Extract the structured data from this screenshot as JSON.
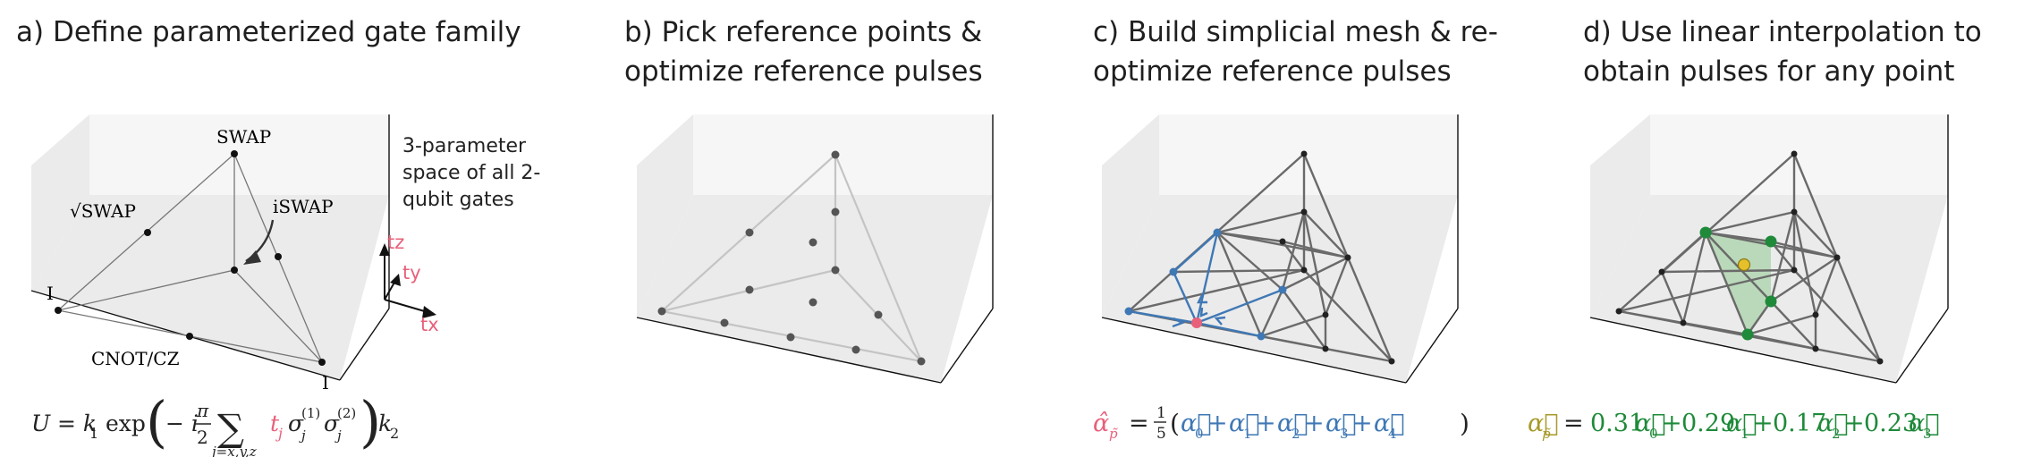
{
  "panels": {
    "a": {
      "title": "a) Define parameterized gate family",
      "labels": {
        "swap": "SWAP",
        "sqrt_swap": "√SWAP",
        "iswap": "iSWAP",
        "i_left": "I",
        "i_right": "I",
        "cnot": "CNOT/CZ",
        "space_note": "3-parameter\nspace of all 2-\nqubit gates",
        "tz": "tz",
        "ty": "ty",
        "tx": "tx"
      },
      "equation": {
        "lhs": "U = k",
        "k1_sub": "1",
        "exp": "exp",
        "minus_i": "− i",
        "pi": "π",
        "two": "2",
        "sum": "∑",
        "sum_sub": "j=x,y,z",
        "tj": "t",
        "tj_sub": "j",
        "sigma1": "σ",
        "sigma1_sup": "(1)",
        "sigma1_sub": "j",
        "sigma2": "σ",
        "sigma2_sup": "(2)",
        "sigma2_sub": "j",
        "k2": "k",
        "k2_sub": "2"
      }
    },
    "b": {
      "title": "b) Pick reference points &\noptimize reference pulses"
    },
    "c": {
      "title": "c) Build simplicial mesh & re-\noptimize reference pulses",
      "equation": {
        "alpha_hat": "α̂",
        "alpha_hat_sub": "p̃",
        "eq": "=",
        "frac_num": "1",
        "frac_den": "5",
        "terms": [
          "α⃗",
          "α⃗",
          "α⃗",
          "α⃗",
          "α⃗"
        ],
        "subs": [
          "0",
          "1",
          "2",
          "3",
          "4"
        ]
      }
    },
    "d": {
      "title": "d) Use linear interpolation to\nobtain pulses for any point",
      "equation": {
        "lhs": "α⃗",
        "lhs_sub": "p̃",
        "eq": "=",
        "coefs": [
          "0.31",
          "0.29",
          "0.17",
          "0.23"
        ],
        "subs": [
          "0",
          "1",
          "2",
          "3"
        ],
        "term": "α⃗"
      }
    }
  },
  "colors": {
    "pink": "#e8607a",
    "blue": "#3f78b5",
    "green": "#1f8a3a",
    "olive": "#a89a2a",
    "yellow": "#e6c02c",
    "shade": "#9fd09f"
  }
}
